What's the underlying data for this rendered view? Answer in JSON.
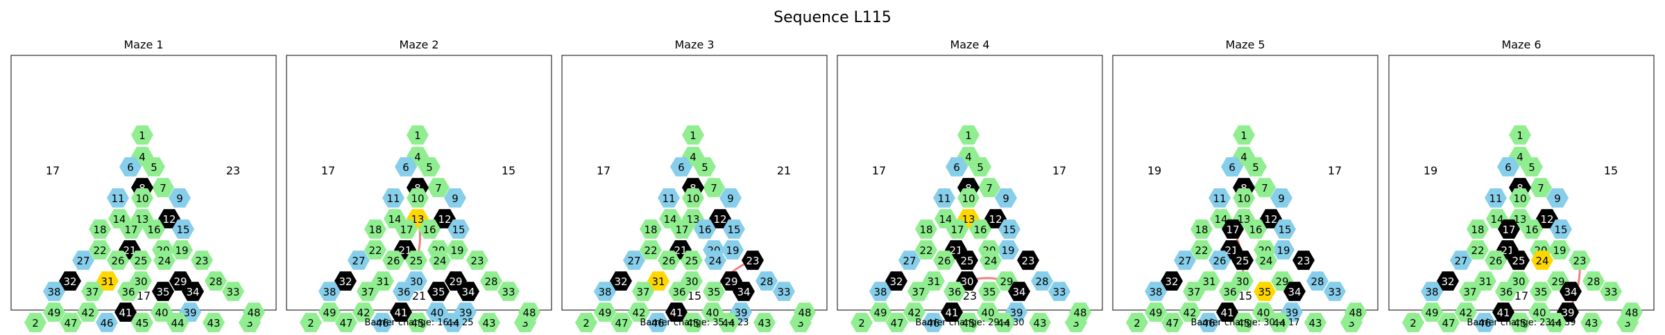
{
  "title": "Sequence L115",
  "colors": {
    "normal": "#90EE90",
    "alt": "#87CEEB",
    "barrier": "#000000",
    "current": "#FFD700",
    "path": "#F08080",
    "frame": "#000000"
  },
  "cells": [
    {
      "id": 1,
      "type": "normal"
    },
    {
      "id": 2,
      "type": "normal"
    },
    {
      "id": 3,
      "type": "normal"
    },
    {
      "id": 4,
      "type": "normal"
    },
    {
      "id": 5,
      "type": "normal"
    },
    {
      "id": 6,
      "type": "alt"
    },
    {
      "id": 7,
      "type": "normal"
    },
    {
      "id": 8,
      "type": "barrier"
    },
    {
      "id": 9,
      "type": "alt"
    },
    {
      "id": 10,
      "type": "normal"
    },
    {
      "id": 11,
      "type": "alt"
    },
    {
      "id": 12,
      "type": "barrier"
    },
    {
      "id": 13,
      "type": "normal"
    },
    {
      "id": 14,
      "type": "normal"
    },
    {
      "id": 15,
      "type": "alt"
    },
    {
      "id": 16,
      "type": "normal"
    },
    {
      "id": 17,
      "type": "normal"
    },
    {
      "id": 18,
      "type": "normal"
    },
    {
      "id": 19,
      "type": "normal"
    },
    {
      "id": 20,
      "type": "normal"
    },
    {
      "id": 21,
      "type": "barrier"
    },
    {
      "id": 22,
      "type": "normal"
    },
    {
      "id": 23,
      "type": "normal"
    },
    {
      "id": 24,
      "type": "normal"
    },
    {
      "id": 25,
      "type": "normal"
    },
    {
      "id": 26,
      "type": "normal"
    },
    {
      "id": 27,
      "type": "alt"
    },
    {
      "id": 28,
      "type": "normal"
    },
    {
      "id": 29,
      "type": "barrier"
    },
    {
      "id": 30,
      "type": "normal"
    },
    {
      "id": 31,
      "type": "normal"
    },
    {
      "id": 32,
      "type": "barrier"
    },
    {
      "id": 33,
      "type": "normal"
    },
    {
      "id": 34,
      "type": "barrier"
    },
    {
      "id": 35,
      "type": "barrier"
    },
    {
      "id": 36,
      "type": "normal"
    },
    {
      "id": 37,
      "type": "normal"
    },
    {
      "id": 38,
      "type": "alt"
    },
    {
      "id": 39,
      "type": "alt"
    },
    {
      "id": 40,
      "type": "normal"
    },
    {
      "id": 41,
      "type": "barrier"
    },
    {
      "id": 42,
      "type": "normal"
    },
    {
      "id": 43,
      "type": "normal"
    },
    {
      "id": 44,
      "type": "normal"
    },
    {
      "id": 45,
      "type": "normal"
    },
    {
      "id": 46,
      "type": "alt"
    },
    {
      "id": 47,
      "type": "normal"
    },
    {
      "id": 48,
      "type": "normal"
    },
    {
      "id": 49,
      "type": "normal"
    }
  ],
  "mazes": [
    {
      "title": "Maze 1",
      "left_label": "17",
      "right_label": "23",
      "bottom_label": "17",
      "current": 31,
      "caption": "",
      "overrides": {},
      "path": []
    },
    {
      "title": "Maze 2",
      "left_label": "17",
      "right_label": "15",
      "bottom_label": "21",
      "current": 13,
      "caption": "Barrier change: 16 → 25",
      "overrides": {
        "16": "normal",
        "25": "normal",
        "36": "alt",
        "39": "alt",
        "44": "alt",
        "40": "alt",
        "45": "normal",
        "41": "barrier",
        "19": "normal",
        "23": "normal",
        "28": "normal",
        "21": "barrier",
        "12": "barrier",
        "24": "normal",
        "20": "normal",
        "29": "barrier",
        "33": "normal",
        "30": "alt",
        "34": "barrier",
        "35": "barrier",
        "31": "normal",
        "22": "normal",
        "14": "normal",
        "10": "normal",
        "26": "normal",
        "27": "alt"
      },
      "path": [
        13,
        25
      ]
    },
    {
      "title": "Maze 3",
      "left_label": "17",
      "right_label": "21",
      "bottom_label": "15",
      "current": 31,
      "caption": "Barrier change: 35 → 23",
      "overrides": {
        "16": "alt",
        "20": "alt",
        "23": "barrier",
        "28": "alt",
        "33": "alt",
        "35": "normal",
        "29": "barrier",
        "34": "barrier",
        "24": "alt",
        "30": "normal",
        "19": "alt"
      },
      "path": [
        35,
        23
      ]
    },
    {
      "title": "Maze 4",
      "left_label": "17",
      "right_label": "17",
      "bottom_label": "23",
      "current": 13,
      "caption": "Barrier change: 29 → 30",
      "overrides": {
        "16": "normal",
        "20": "normal",
        "23": "barrier",
        "28": "alt",
        "33": "alt",
        "19": "alt",
        "29": "normal",
        "30": "barrier",
        "34": "barrier",
        "35": "normal",
        "25": "barrier",
        "24": "normal"
      },
      "path": [
        30,
        29
      ]
    },
    {
      "title": "Maze 5",
      "left_label": "19",
      "right_label": "17",
      "bottom_label": "15",
      "current": 35,
      "caption": "Barrier change: 30 → 17",
      "overrides": {
        "17": "barrier",
        "30": "normal",
        "25": "barrier",
        "23": "barrier",
        "19": "alt",
        "28": "alt",
        "33": "alt",
        "29": "normal",
        "34": "barrier",
        "24": "normal",
        "16": "normal",
        "20": "normal",
        "13": "normal",
        "26": "alt",
        "31": "normal",
        "36": "normal"
      },
      "path": [
        17,
        30
      ]
    },
    {
      "title": "Maze 6",
      "left_label": "19",
      "right_label": "15",
      "bottom_label": "17",
      "current": 24,
      "caption": "Barrier change: 23 → 39",
      "overrides": {
        "17": "barrier",
        "23": "normal",
        "39": "barrier",
        "25": "barrier",
        "34": "barrier",
        "29": "normal",
        "28": "normal",
        "33": "normal",
        "19": "normal",
        "16": "normal",
        "20": "normal",
        "13": "normal",
        "26": "normal",
        "31": "normal",
        "36": "normal",
        "30": "normal",
        "35": "normal",
        "15": "alt",
        "24": "normal"
      },
      "path": [
        23,
        39
      ]
    }
  ]
}
